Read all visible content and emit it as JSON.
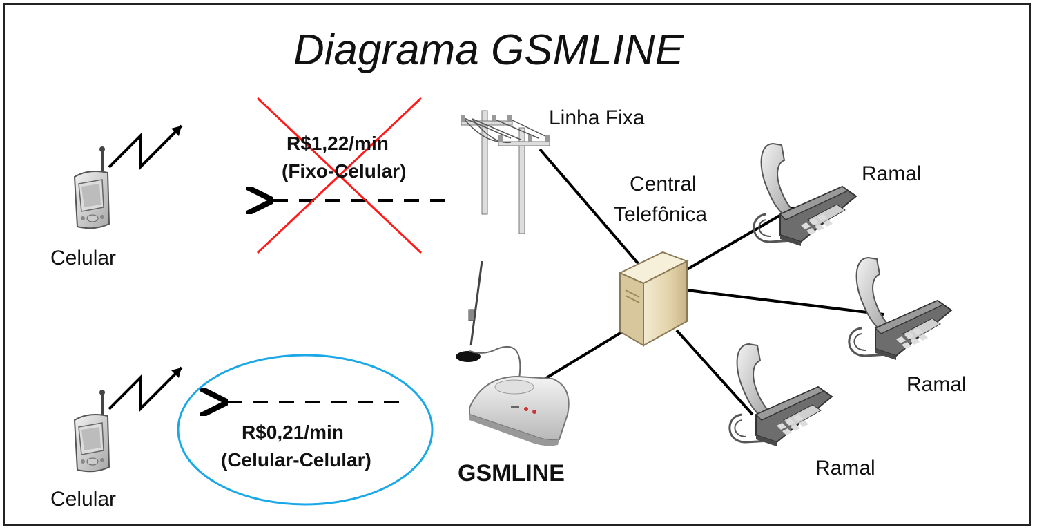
{
  "title": "Diagrama GSMLINE",
  "labels": {
    "linha_fixa": "Linha Fixa",
    "central_line1": "Central",
    "central_line2": "Telefônica",
    "celular_top": "Celular",
    "celular_bottom": "Celular",
    "ramal_1": "Ramal",
    "ramal_2": "Ramal",
    "ramal_3": "Ramal",
    "gsmline": "GSMLINE"
  },
  "rates": {
    "fixed": {
      "price": "R$1,22/min",
      "kind": "(Fixo-Celular)"
    },
    "mobile": {
      "price": "R$0,21/min",
      "kind": "(Celular-Celular)"
    }
  },
  "colors": {
    "cross": "#ff1a1a",
    "ellipse": "#1aa8e8",
    "lines": "#000000",
    "central_box": "#e6d8b4"
  },
  "icons": [
    "pole-icon",
    "central-server-icon",
    "desk-phone-icon",
    "mobile-phone-icon",
    "gsm-device-icon",
    "antenna-icon",
    "signal-zigzag-icon"
  ]
}
